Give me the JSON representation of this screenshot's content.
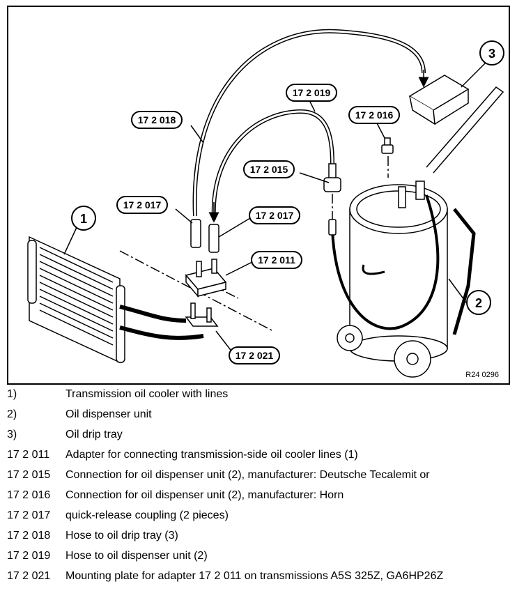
{
  "figure": {
    "drawing_id": "R24 0296",
    "callouts": {
      "c1": "1",
      "c2": "2",
      "c3": "3",
      "p011": "17 2 011",
      "p015": "17 2 015",
      "p016": "17 2 016",
      "p017a": "17 2 017",
      "p017b": "17 2 017",
      "p018": "17 2 018",
      "p019": "17 2 019",
      "p021": "17 2 021"
    }
  },
  "legend": [
    {
      "key": "1)",
      "text": "Transmission oil cooler with lines"
    },
    {
      "key": "2)",
      "text": "Oil dispenser unit"
    },
    {
      "key": "3)",
      "text": "Oil drip tray"
    },
    {
      "key": "17 2 011",
      "text": "Adapter for connecting transmission-side oil cooler lines (1)"
    },
    {
      "key": "17 2 015",
      "text": "Connection for oil dispenser unit (2), manufacturer: Deutsche Tecalemit or"
    },
    {
      "key": "17 2 016",
      "text": "Connection for oil dispenser unit (2), manufacturer: Horn"
    },
    {
      "key": "17 2 017",
      "text": "quick-release coupling (2 pieces)"
    },
    {
      "key": "17 2 018",
      "text": "Hose to oil drip tray (3)"
    },
    {
      "key": "17 2 019",
      "text": "Hose to oil dispenser unit (2)"
    },
    {
      "key": "17 2 021",
      "text": "Mounting plate for adapter 17 2 011 on transmissions A5S 325Z, GA6HP26Z"
    }
  ]
}
